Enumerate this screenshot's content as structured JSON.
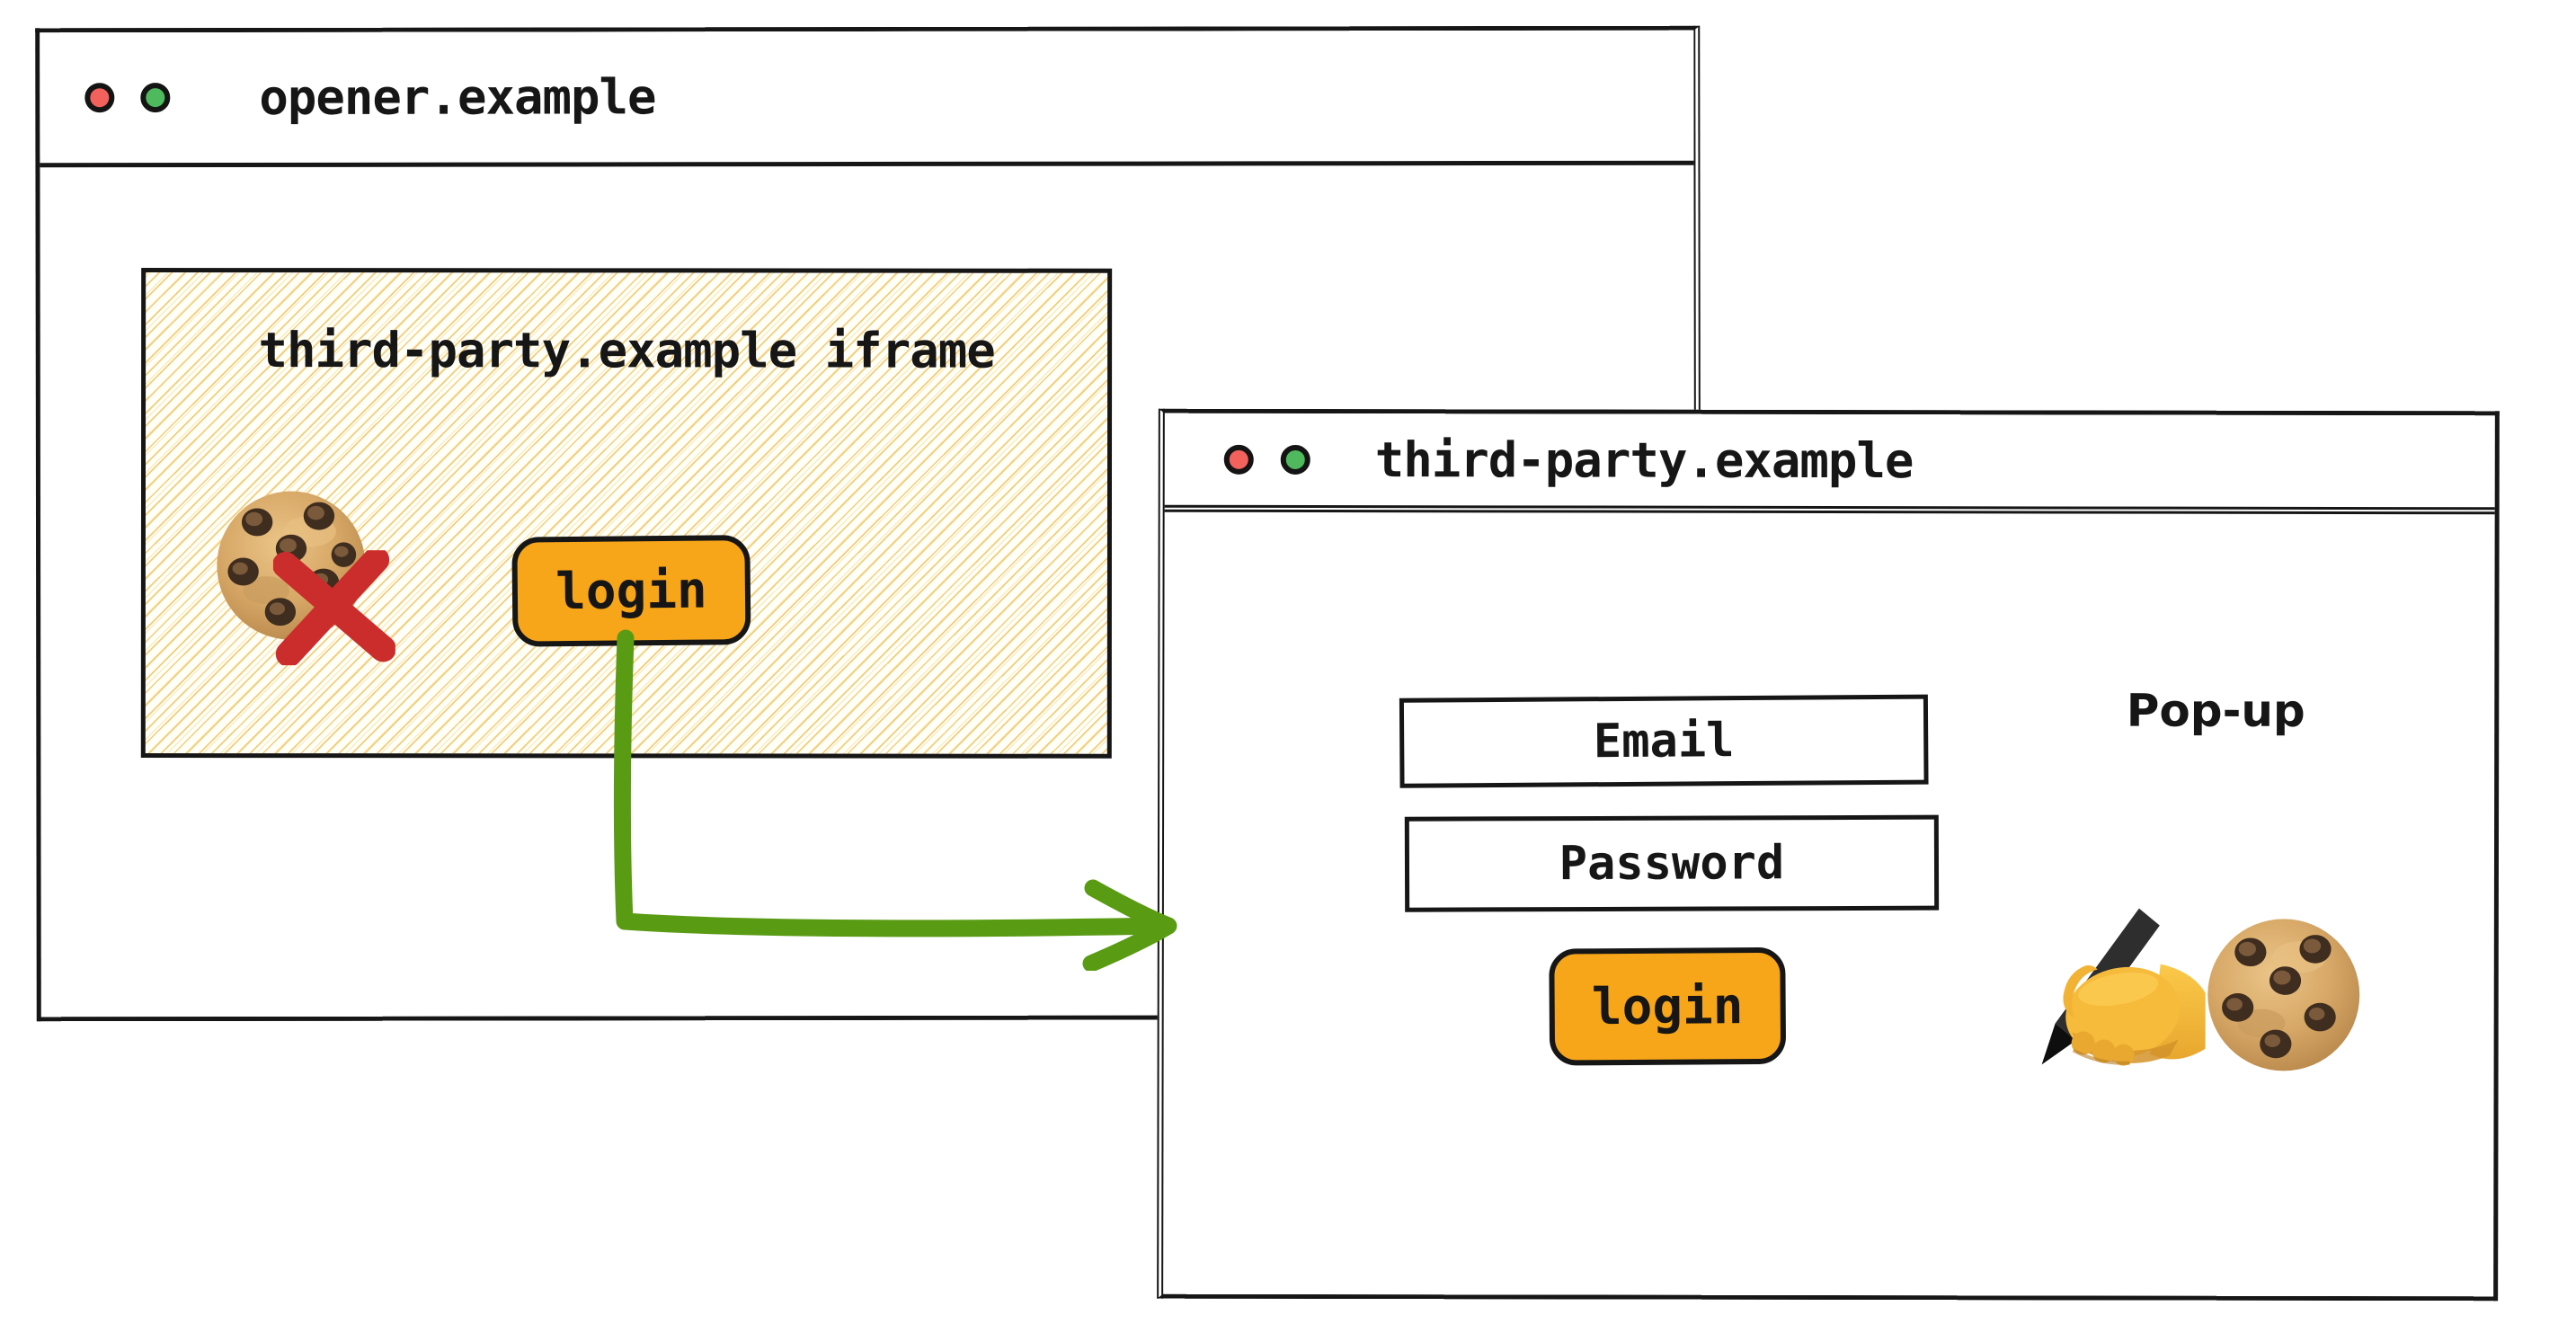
{
  "opener_window": {
    "title": "opener.example",
    "controls": {
      "red_dot_color": "#f2615c",
      "green_dot_color": "#4eb95d"
    },
    "iframe": {
      "label": "third-party.example iframe",
      "blocked_cookie_icon": "cookie-with-red-x",
      "login_button": {
        "label": "login",
        "color": "#f7a519"
      }
    }
  },
  "flow_arrow": {
    "icon": "elbow-arrow-right",
    "color": "#5a9b14"
  },
  "popup_window": {
    "title": "third-party.example",
    "controls": {
      "red_dot_color": "#f2615c",
      "green_dot_color": "#4eb95d"
    },
    "label": "Pop-up",
    "form": {
      "email_field": "Email",
      "password_field": "Password",
      "login_button": {
        "label": "login",
        "color": "#f7a519"
      }
    },
    "icons": {
      "writing_hand": "writing-hand",
      "cookie": "cookie"
    }
  },
  "style": {
    "ink": "#161616",
    "hatch_line": "#f0cb76",
    "cross_red": "#cb2d2d",
    "arrow_green": "#5a9b14"
  }
}
